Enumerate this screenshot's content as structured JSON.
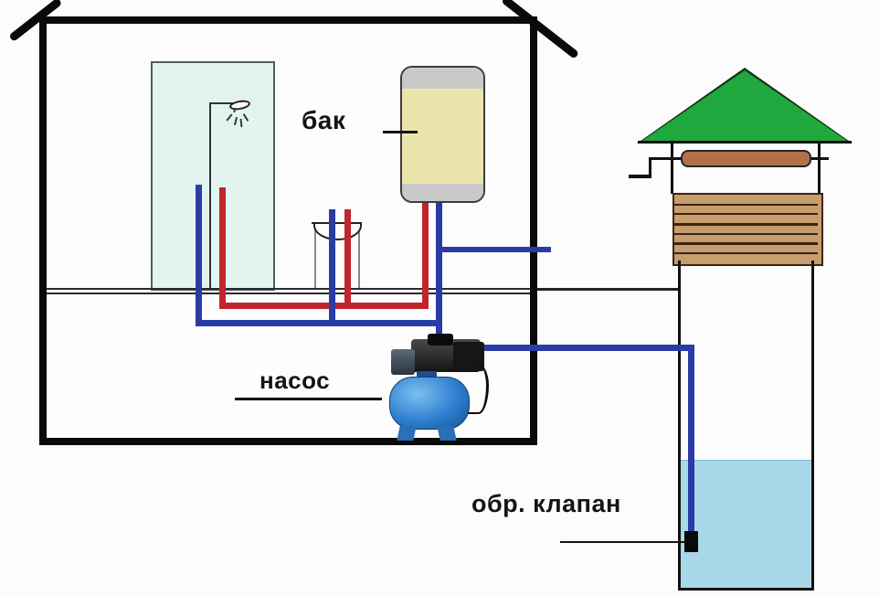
{
  "diagram": {
    "type": "plumbing-schematic",
    "labels": {
      "tank": "бак",
      "pump": "насос",
      "check_valve": "обр. клапан"
    },
    "colors": {
      "cold_water_pipe": "#2b3ba6",
      "hot_water_pipe": "#c2252b",
      "well_roof_green": "#1fa83e",
      "windlass_brown": "#b3714a",
      "well_rings_tan": "#c79c6f",
      "well_water_blue": "#a8d8e8",
      "tank_body_beige": "#ece4ad",
      "tank_cap_gray": "#c9c9c9",
      "shower_cabin_mint": "#e3f4f0",
      "pump_tank_blue": "#2f7fd0",
      "outline_black": "#0a0a0a"
    }
  }
}
